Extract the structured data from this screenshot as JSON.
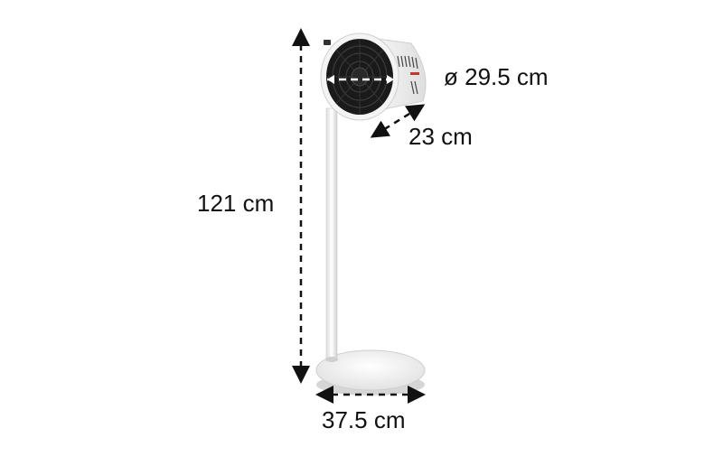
{
  "dimensions": {
    "height": "121 cm",
    "diameter": "ø 29.5 cm",
    "depth": "23 cm",
    "base_width": "37.5 cm"
  },
  "colors": {
    "product_body": "#f2f2f2",
    "fan_grille": "#1a1a1a",
    "dimension_line": "#111111",
    "accent": "#c0392b"
  }
}
